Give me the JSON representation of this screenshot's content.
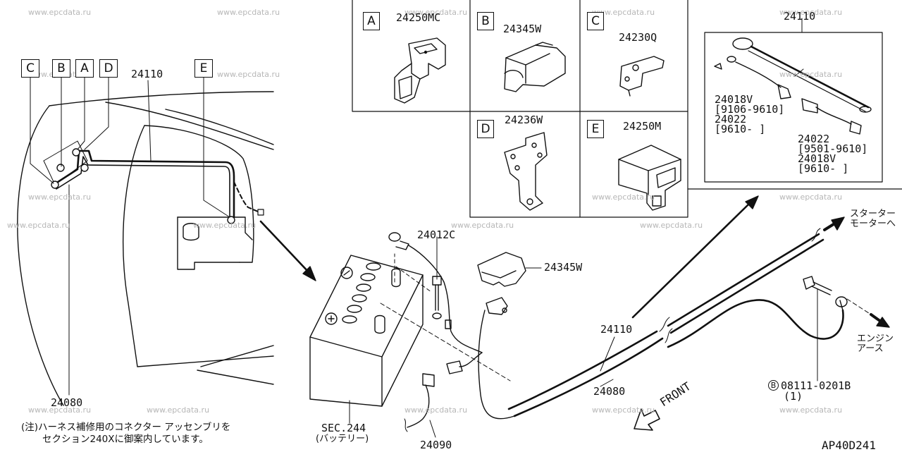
{
  "watermark": "www.epcdata.ru",
  "diagram_code": "AP40D241",
  "callouts": {
    "left_boxes": [
      "C",
      "B",
      "A",
      "D"
    ],
    "e_box": "E",
    "harness_top": "24110",
    "harness_bottom": "24080"
  },
  "panels": {
    "A": {
      "letter": "A",
      "part": "24250MC"
    },
    "B": {
      "letter": "B",
      "part": "24345W"
    },
    "C": {
      "letter": "C",
      "part": "24230Q"
    },
    "D": {
      "letter": "D",
      "part": "24236W"
    },
    "E": {
      "letter": "E",
      "part": "24250M"
    }
  },
  "detail_24110": {
    "title": "24110",
    "left_lines": [
      "24018V",
      "[9106-9610]",
      "24022",
      "[9610-  ]"
    ],
    "right_lines": [
      "24022",
      "[9501-9610]",
      "24018V",
      "[9610-  ]"
    ]
  },
  "main": {
    "p24012c": "24012C",
    "p24345w": "24345W",
    "p24110": "24110",
    "p24080": "24080",
    "p24090": "24090",
    "sec244": "SEC.244",
    "battery": "(バッテリー)",
    "starter_1": "スターター",
    "starter_2": "モーターへ",
    "engine_1": "エンジン",
    "engine_2": "アース",
    "bolt_mark": "B",
    "bolt_part": "08111-0201B",
    "bolt_qty": "(1)",
    "front": "FRONT"
  },
  "note": {
    "line1": "(注)ハーネス補修用のコネクター アッセンブリを",
    "line2": "セクション240Xに御案内しています。"
  }
}
